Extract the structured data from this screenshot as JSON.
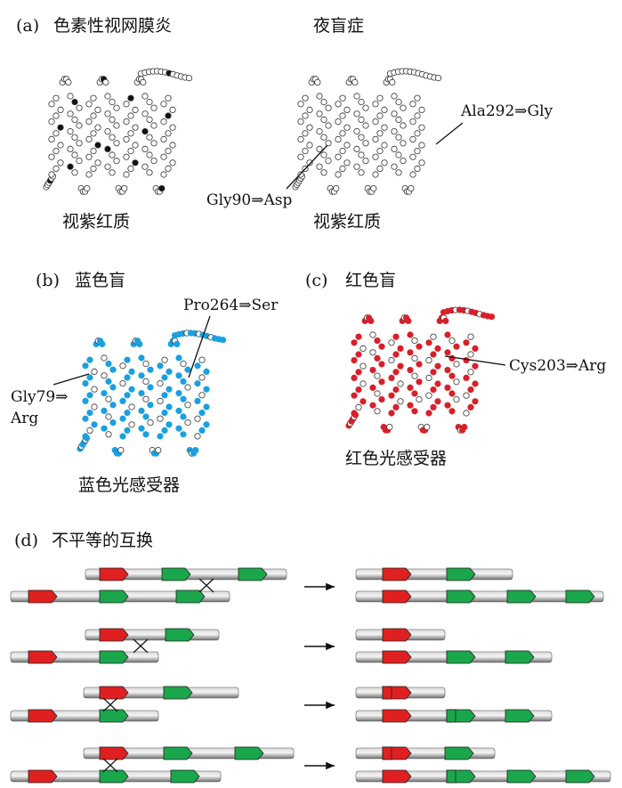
{
  "section_a": {
    "label": "(a)",
    "title_left": "色素性视网膜炎",
    "title_right": "夜盲症",
    "caption_left": "视紫红质",
    "caption_right": "视紫红质",
    "mutation_1": "Gly90⇒Asp",
    "mutation_2": "Ala292⇒Gly"
  },
  "section_b": {
    "label": "(b)",
    "title": "蓝色盲",
    "mutation_1": "Pro264⇒Ser",
    "mutation_2_line1": "Gly79⇒",
    "mutation_2_line2": "Arg",
    "caption": "蓝色光感受器"
  },
  "section_c": {
    "label": "(c)",
    "title": "红色盲",
    "mutation": "Cys203⇒Arg",
    "caption": "红色光感受器"
  },
  "section_d": {
    "label": "(d)",
    "title": "不平等的互换"
  },
  "colors": {
    "red_gene": "#e02020",
    "green_gene": "#1aa64a",
    "blue_protein": "#1aa0e0",
    "red_protein": "#d8202a",
    "chromosome": "#9a9a9a"
  }
}
